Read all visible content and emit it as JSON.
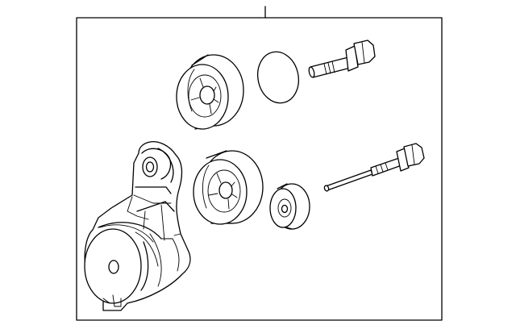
{
  "diagram": {
    "line_color": "#000000",
    "background_color": "#ffffff",
    "parts": [
      "idler-pulley-upper",
      "dust-cap-upper",
      "flange-bolt-short",
      "belt-tensioner",
      "idler-pulley-lower",
      "dust-cap-lower",
      "flange-bolt-long"
    ]
  }
}
